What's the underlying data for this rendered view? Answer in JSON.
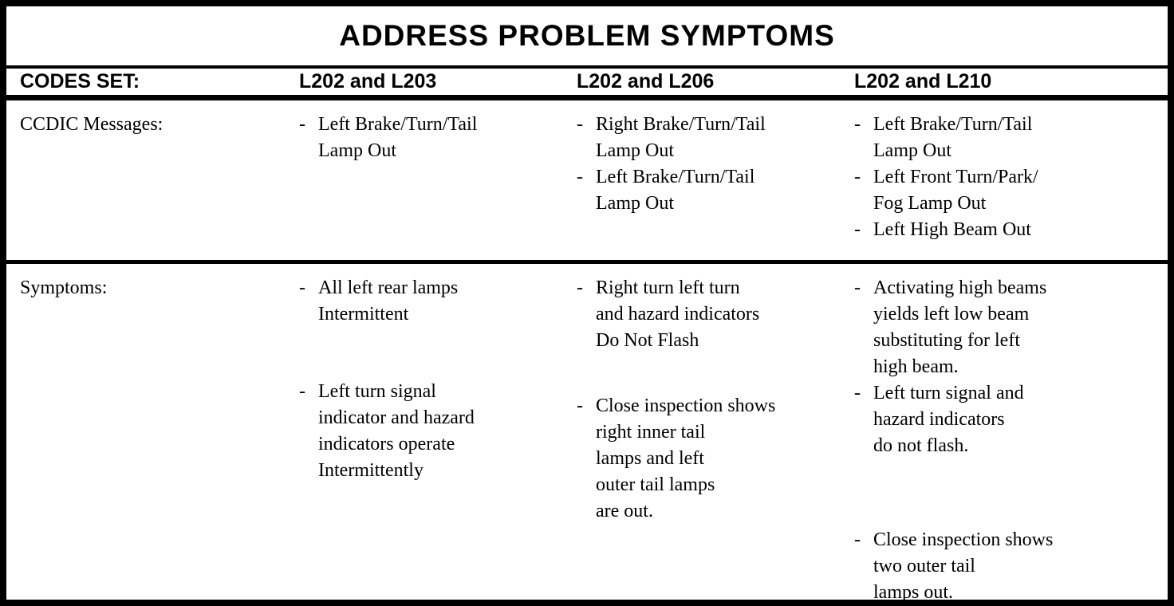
{
  "title": "ADDRESS PROBLEM SYMPTOMS",
  "header": {
    "label": "CODES SET:",
    "columns": [
      "L202 and L203",
      "L202 and L206",
      "L202 and L210"
    ]
  },
  "rows": [
    {
      "label": "CCDIC Messages:",
      "cells": [
        {
          "items": [
            {
              "lines": [
                "Left Brake/Turn/Tail",
                "Lamp Out"
              ],
              "gap": 0
            }
          ]
        },
        {
          "items": [
            {
              "lines": [
                "Right Brake/Turn/Tail",
                "Lamp Out"
              ],
              "gap": 0
            },
            {
              "lines": [
                "Left Brake/Turn/Tail",
                "Lamp Out"
              ],
              "gap": 0
            }
          ]
        },
        {
          "items": [
            {
              "lines": [
                "Left Brake/Turn/Tail",
                "Lamp Out"
              ],
              "gap": 0
            },
            {
              "lines": [
                "Left Front Turn/Park/",
                "Fog Lamp Out"
              ],
              "gap": 0
            },
            {
              "lines": [
                "Left High Beam Out"
              ],
              "gap": 0
            }
          ]
        }
      ]
    },
    {
      "label": "Symptoms:",
      "cells": [
        {
          "items": [
            {
              "lines": [
                "All left rear lamps",
                "Intermittent"
              ],
              "gap": 0
            },
            {
              "lines": [
                "Left turn signal",
                "indicator and hazard",
                "indicators operate",
                "Intermittently"
              ],
              "gap": 64
            }
          ]
        },
        {
          "items": [
            {
              "lines": [
                "Right turn left turn",
                "and hazard indicators",
                "Do  Not Flash"
              ],
              "gap": 0
            },
            {
              "lines": [
                "Close inspection shows",
                "right inner tail",
                "lamps and left",
                "outer tail lamps",
                "are out."
              ],
              "gap": 49
            }
          ]
        },
        {
          "items": [
            {
              "lines": [
                "Activating high beams",
                "yields left low beam",
                "substituting for left",
                "high beam."
              ],
              "gap": 0
            },
            {
              "lines": [
                "Left turn signal and",
                "hazard indicators",
                "do  not flash."
              ],
              "gap": 0
            },
            {
              "lines": [
                "Close inspection shows",
                "two outer tail",
                "lamps out."
              ],
              "gap": 85
            }
          ]
        }
      ]
    }
  ]
}
